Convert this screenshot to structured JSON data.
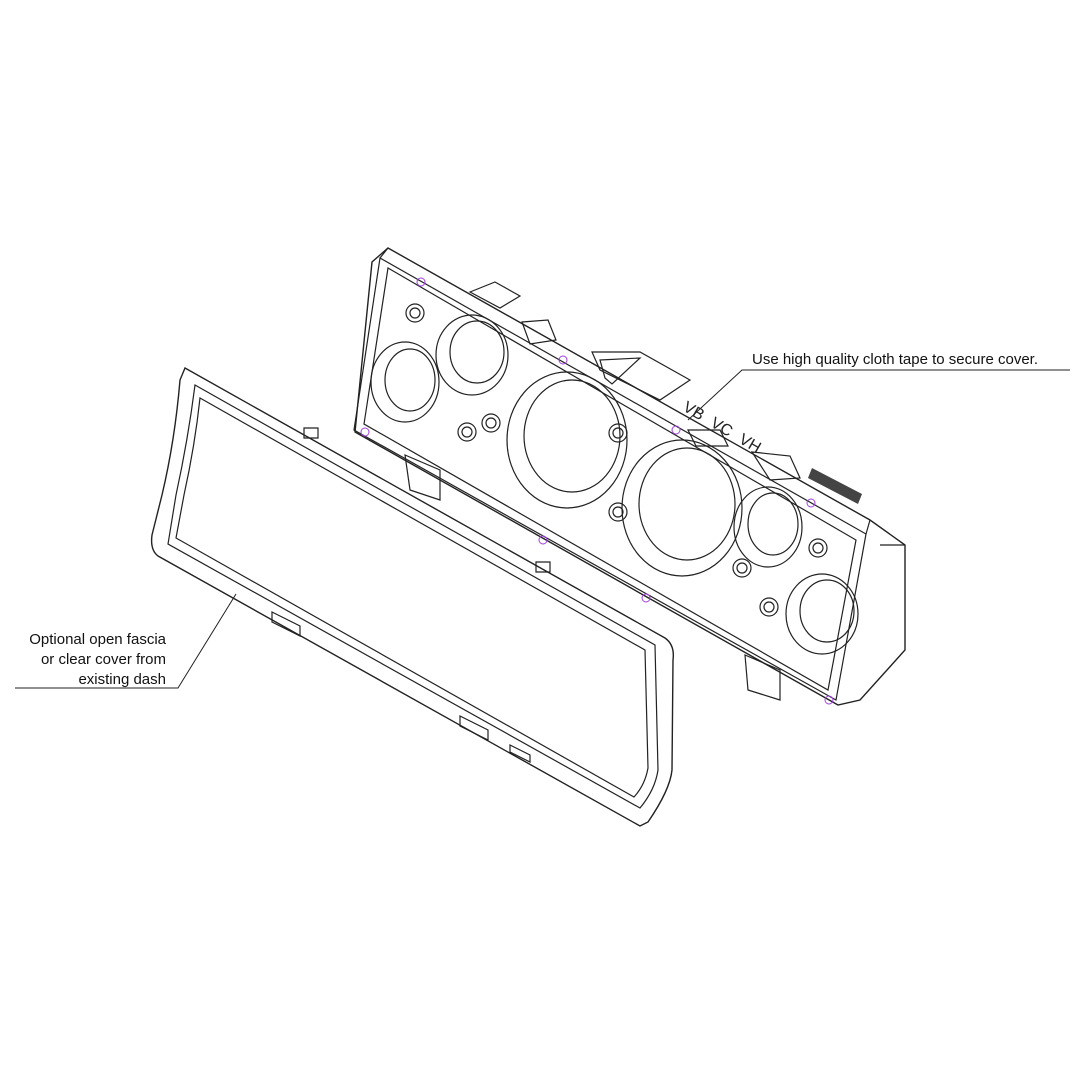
{
  "callouts": {
    "tape_note": "Use high quality cloth tape to secure cover.",
    "fascia_note": [
      "Optional open fascia",
      "or clear cover from",
      "existing dash"
    ]
  },
  "panel_markings": {
    "gauge_codes": [
      "VB",
      "VC",
      "VH"
    ]
  },
  "colors": {
    "line": "#222222",
    "tape_marker": "#a23ee0"
  }
}
